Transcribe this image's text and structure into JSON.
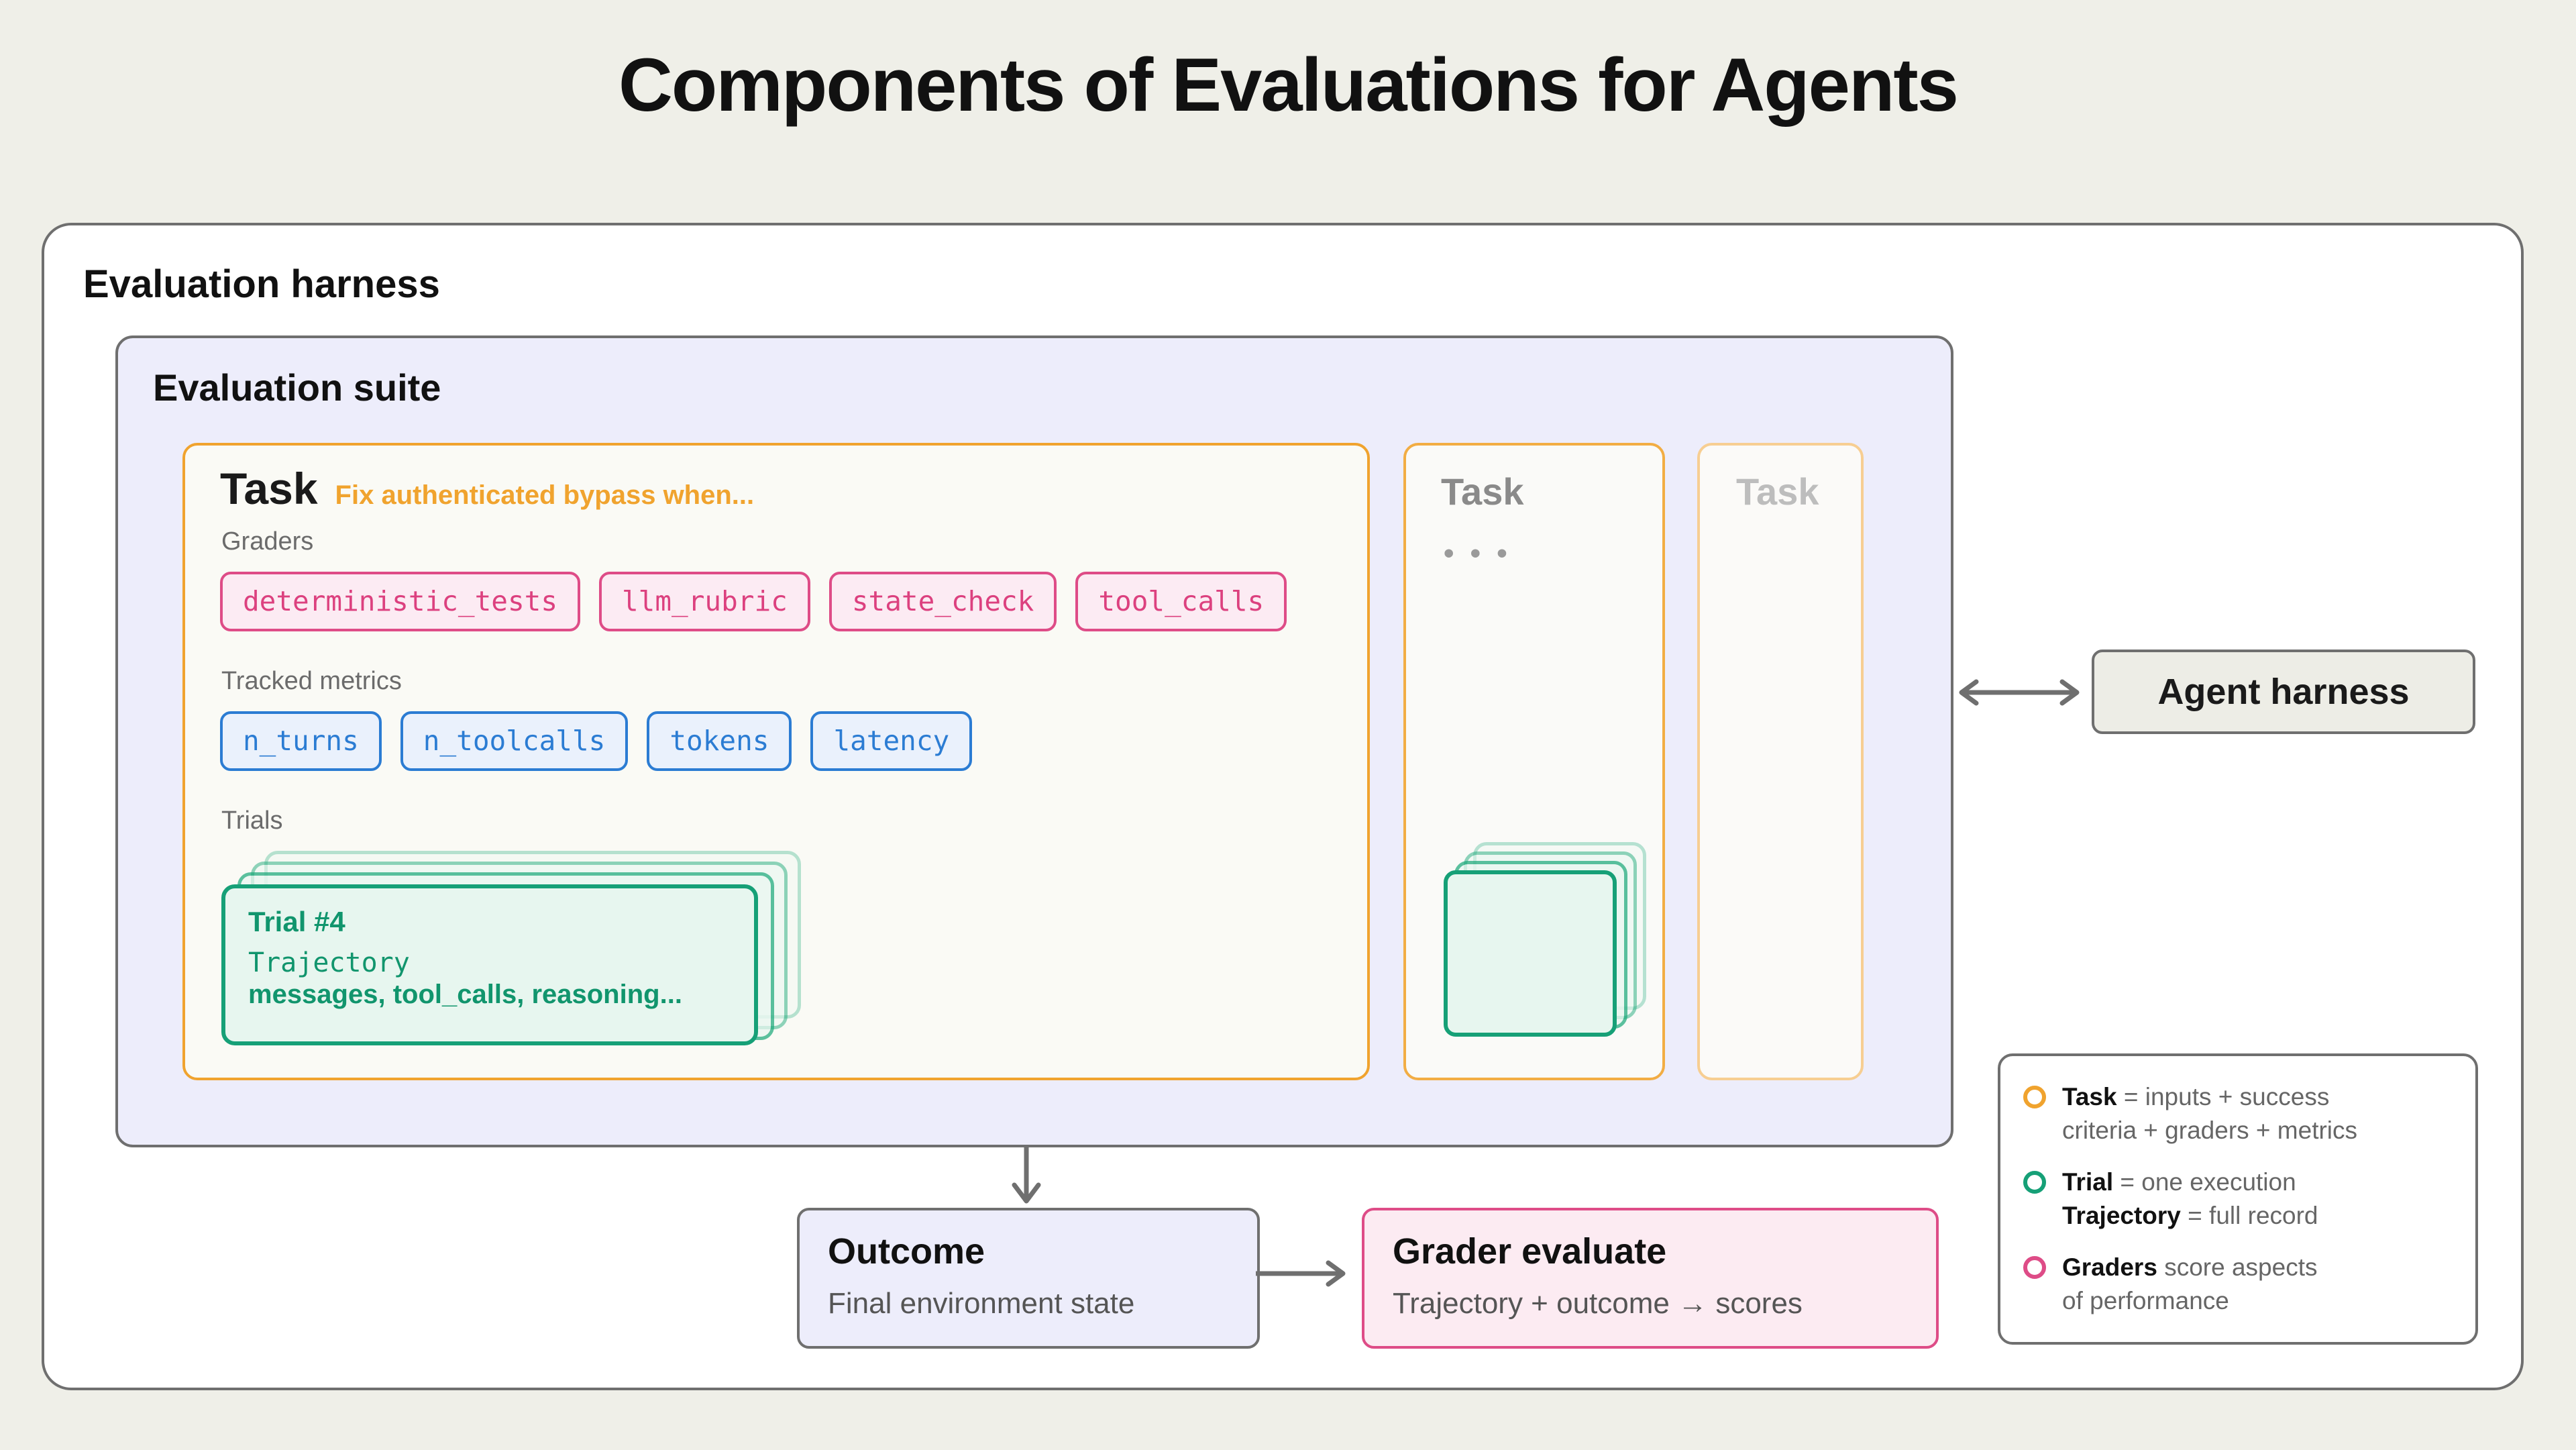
{
  "title": "Components of Evaluations for Agents",
  "harness": {
    "label": "Evaluation harness"
  },
  "suite": {
    "label": "Evaluation suite"
  },
  "task_main": {
    "label": "Task",
    "description": "Fix authenticated bypass when...",
    "graders_label": "Graders",
    "graders": [
      "deterministic_tests",
      "llm_rubric",
      "state_check",
      "tool_calls"
    ],
    "metrics_label": "Tracked metrics",
    "metrics": [
      "n_turns",
      "n_toolcalls",
      "tokens",
      "latency"
    ],
    "trials_label": "Trials",
    "trial": {
      "id": "Trial #4",
      "trajectory_label": "Trajectory",
      "trajectory_fields": "messages, tool_calls, reasoning..."
    }
  },
  "task_secondary": {
    "label": "Task",
    "ellipsis": "• • •"
  },
  "task_tertiary": {
    "label": "Task"
  },
  "agent": {
    "label": "Agent harness"
  },
  "outcome": {
    "title": "Outcome",
    "subtitle": "Final environment state"
  },
  "grader_evaluate": {
    "title": "Grader evaluate",
    "subtitle": "Trajectory + outcome → scores"
  },
  "legend": {
    "items": [
      {
        "color": "#F0A32E",
        "line1_bold": "Task",
        "line1_rest": " = inputs + success",
        "line2_bold": "",
        "line2_rest": "criteria + graders + metrics"
      },
      {
        "color": "#16A077",
        "line1_bold": "Trial",
        "line1_rest": " = one execution",
        "line2_bold": "Trajectory",
        "line2_rest": " = full record"
      },
      {
        "color": "#DE4C87",
        "line1_bold": "Graders",
        "line1_rest": " score aspects",
        "line2_bold": "",
        "line2_rest": "of performance"
      }
    ]
  },
  "colors": {
    "background": "#EFEFE8",
    "task_orange": "#F0A32E",
    "grader_pink": "#DE4C87",
    "metric_blue": "#2B7CD3",
    "trial_green": "#16A077",
    "suite_lavender": "#EDEDFB",
    "border_gray": "#6F6F6F"
  }
}
